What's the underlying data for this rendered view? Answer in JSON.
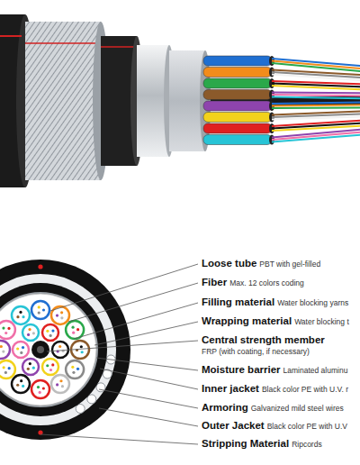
{
  "diagram": {
    "labels": [
      "Loose tube",
      "PBT with gel-filled",
      "Fiber",
      "Max. 12 colors coding",
      "Filling material",
      "Water blocking yarns",
      "Wrapping material",
      "Water blocking t",
      "Central strength member",
      "FRP (with coating, if necessary)",
      "Moisture barrier",
      "Laminated aluminu",
      "Inner jacket",
      "Black color PE with U.V. r",
      "Armoring",
      "Galvanized mild steel wires",
      "Outer Jacket",
      "Black color PE with U.V",
      "Stripping Material",
      "Ripcords"
    ]
  }
}
